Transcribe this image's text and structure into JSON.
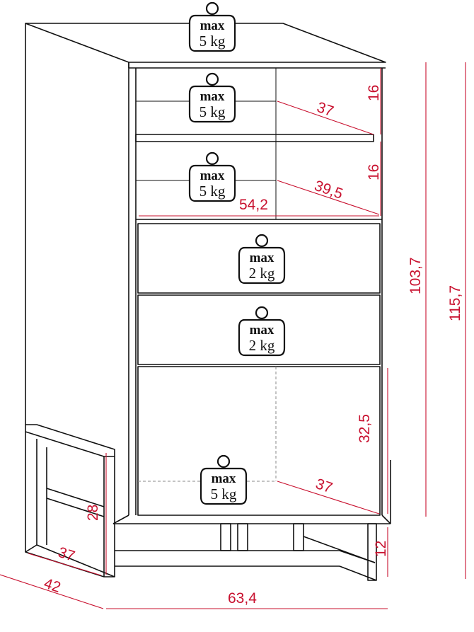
{
  "colors": {
    "dimension": "#c8102e",
    "outline": "#111111",
    "background": "#ffffff"
  },
  "dimensions": {
    "shelf_depth_top": "37",
    "shelf_height_top": "16",
    "shelf_depth_middle": "39,5",
    "shelf_height_middle": "16",
    "inner_width": "54,2",
    "cabinet_height": "103,7",
    "total_height": "115,7",
    "bottom_compartment_height": "32,5",
    "bottom_compartment_depth": "37",
    "leg_height": "28",
    "leg_inner_depth": "37",
    "total_depth": "42",
    "total_width": "63,4",
    "base_height": "12"
  },
  "load_labels": {
    "top": {
      "word": "max",
      "value": "5 kg"
    },
    "shelf_1": {
      "word": "max",
      "value": "5 kg"
    },
    "shelf_2": {
      "word": "max",
      "value": "5 kg"
    },
    "drawer_1": {
      "word": "max",
      "value": "2 kg"
    },
    "drawer_2": {
      "word": "max",
      "value": "2 kg"
    },
    "bottom": {
      "word": "max",
      "value": "5 kg"
    }
  }
}
